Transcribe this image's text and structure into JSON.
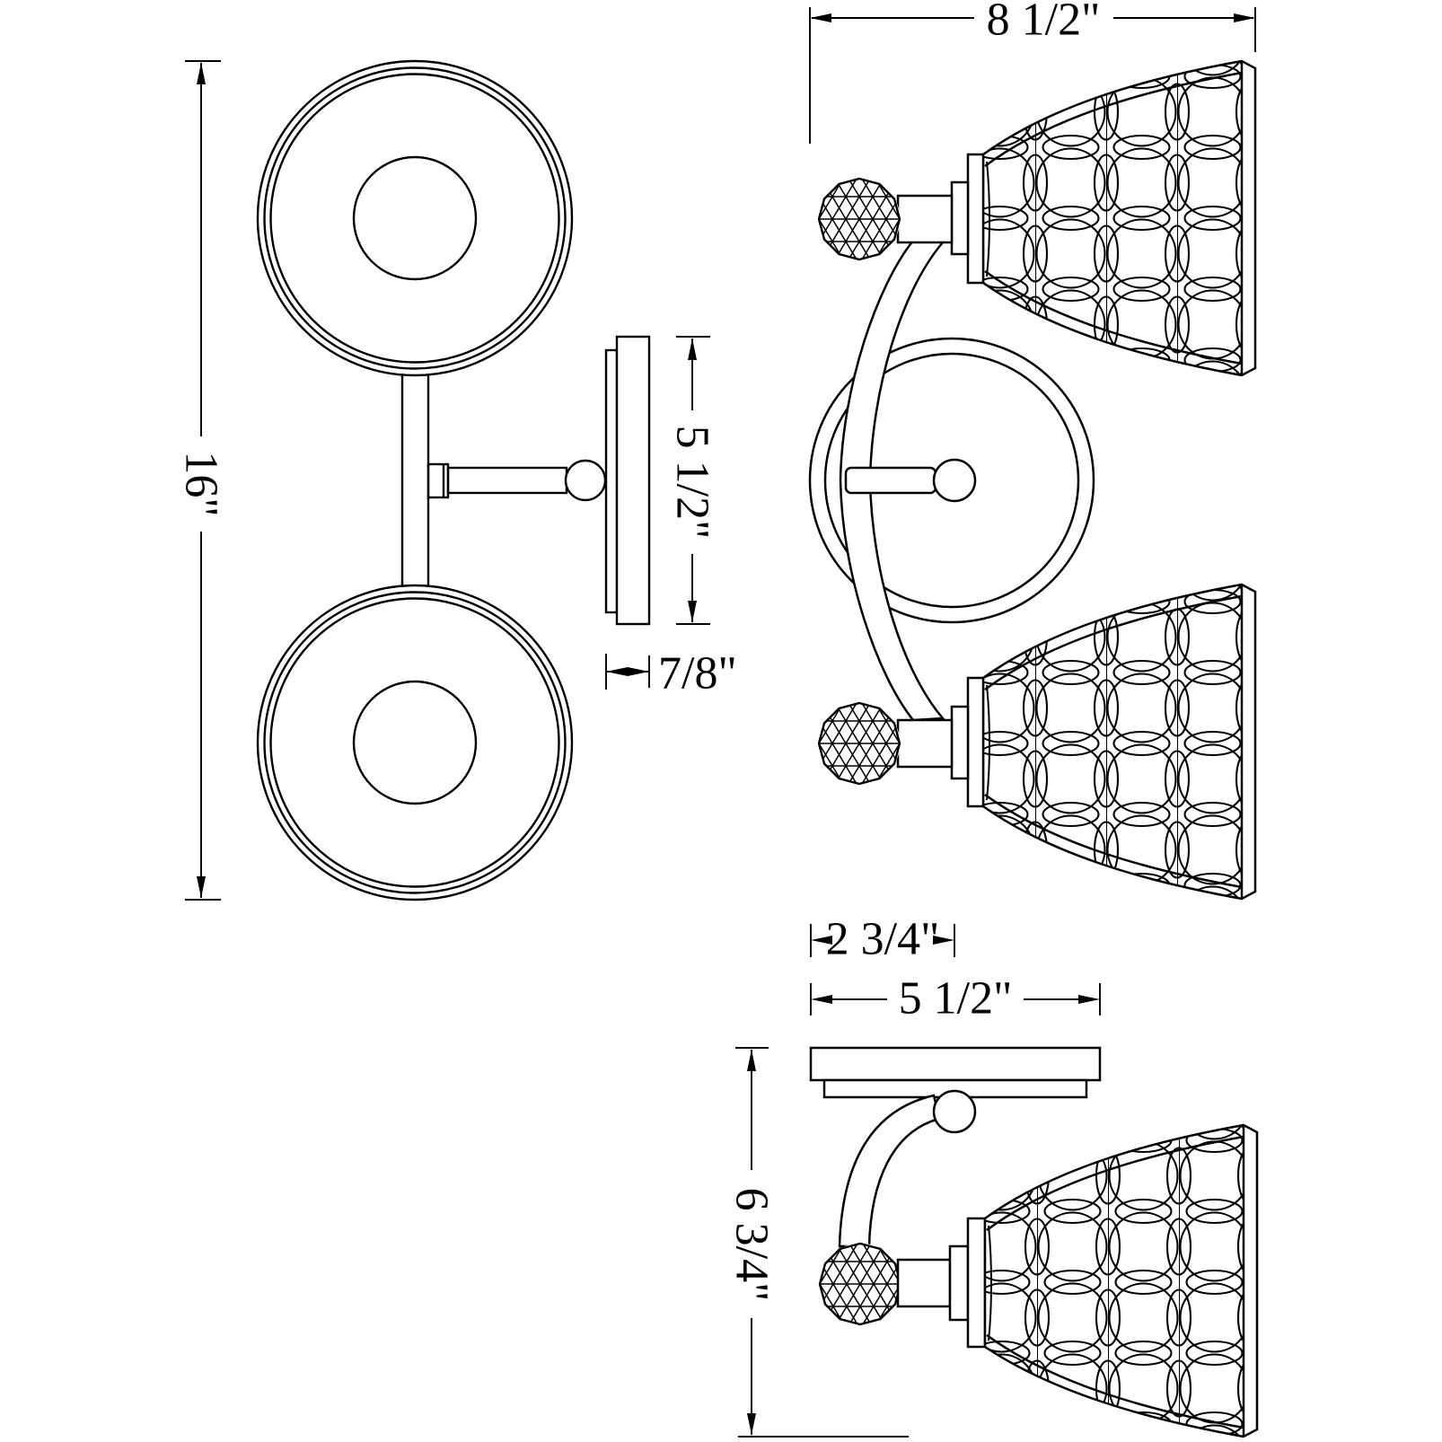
{
  "drawing": {
    "type": "lighting-fixture-dimension-diagram",
    "colors": {
      "line": "#000000",
      "background": "#ffffff"
    },
    "dimensions": {
      "overall_height": "16\"",
      "backplate_height": "5 1/2\"",
      "backplate_depth": "7/8\"",
      "overall_width": "8 1/2\"",
      "arm_offset": "2 3/4\"",
      "backplate_width": "5 1/2\"",
      "extension": "6 3/4\""
    }
  }
}
